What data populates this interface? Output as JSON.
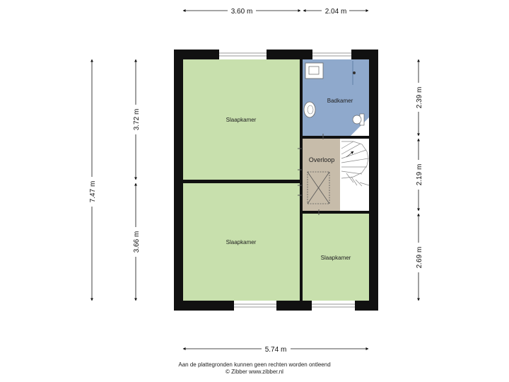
{
  "rooms": {
    "slaapkamer_top": "Slaapkamer",
    "slaapkamer_bottom": "Slaapkamer",
    "slaapkamer_small": "Slaapkamer",
    "badkamer": "Badkamer",
    "overloop": "Overloop"
  },
  "dimensions": {
    "top_left": "3.60 m",
    "top_right": "2.04 m",
    "bottom_total": "5.74 m",
    "left_total": "7.47 m",
    "left_upper": "3.72 m",
    "left_lower": "3.66 m",
    "right_upper": "2.39 m",
    "right_middle": "2.19 m",
    "right_lower": "2.69 m"
  },
  "footer": {
    "disclaimer": "Aan de plattegronden kunnen geen rechten worden ontleend",
    "credit": "© Zibber www.zibber.nl"
  },
  "colors": {
    "bedroom": "#c8e0ad",
    "bathroom": "#8fa9cc",
    "landing": "#c7bcaa",
    "wall": "#111111"
  }
}
